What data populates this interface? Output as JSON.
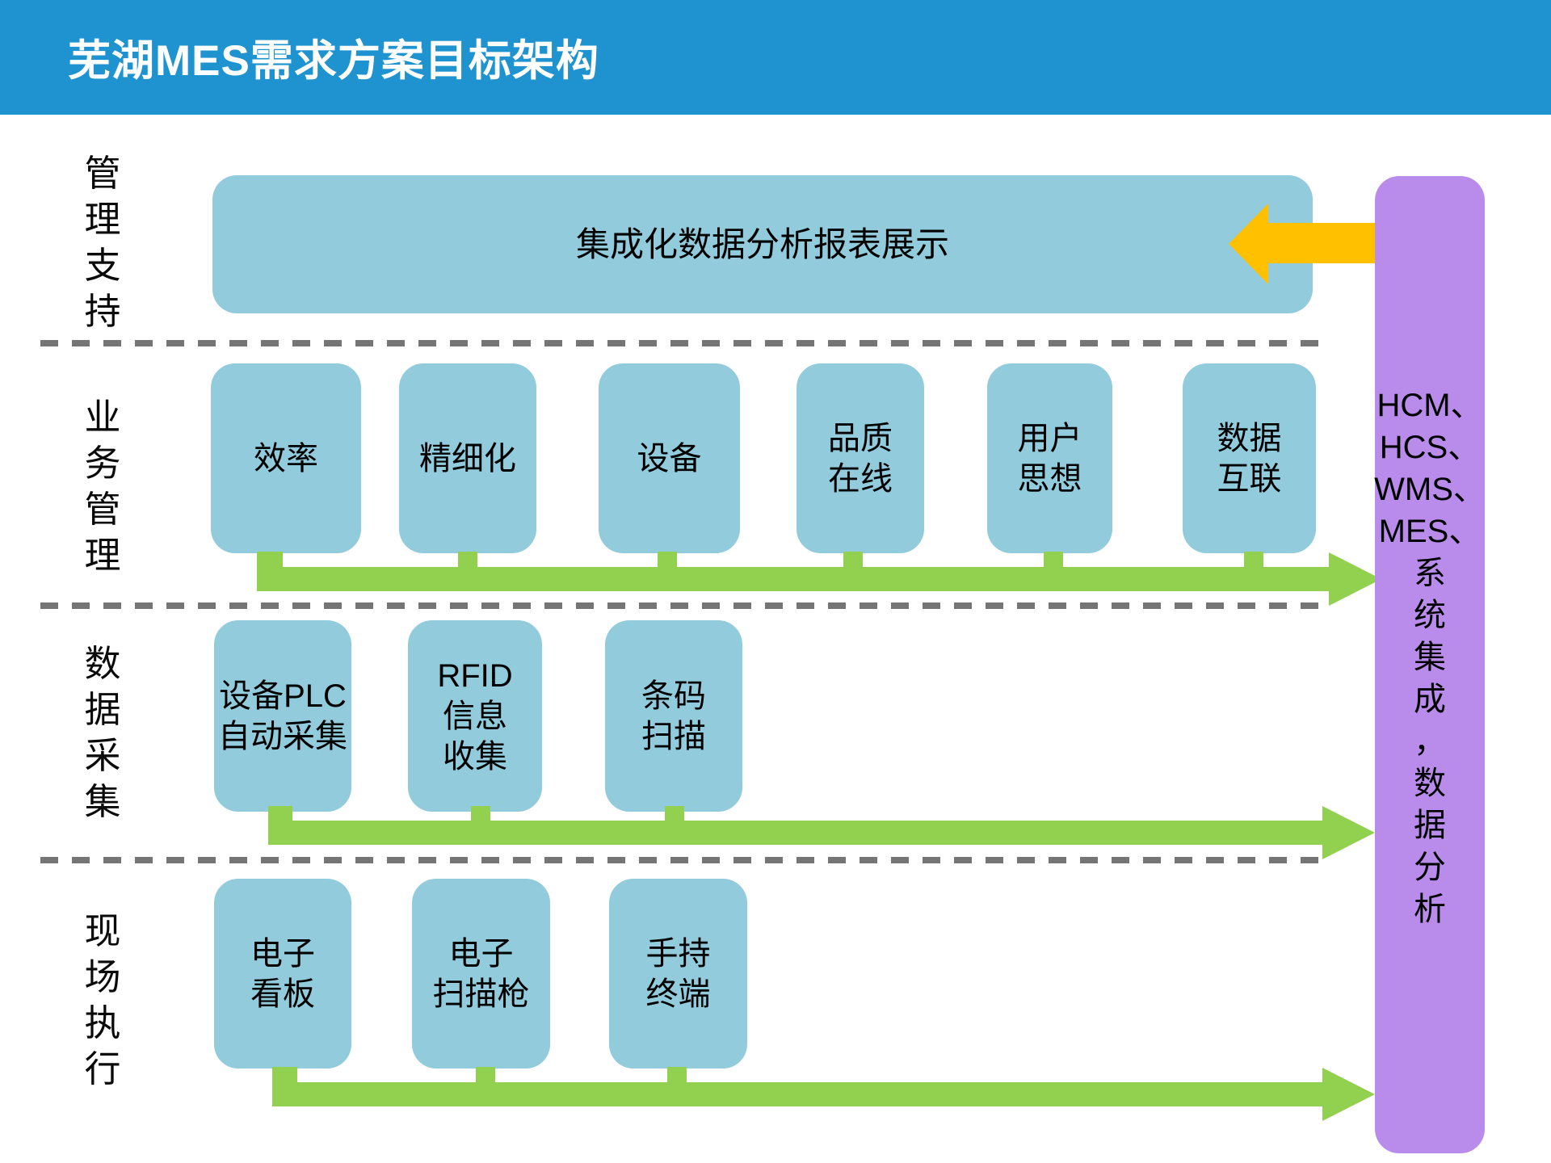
{
  "title": "芜湖MES需求方案目标架构",
  "rows": [
    {
      "label": "管理支持",
      "boxes": [
        {
          "text": "集成化数据分析报表展示"
        }
      ]
    },
    {
      "label": "业务管理",
      "boxes": [
        {
          "text": "效率"
        },
        {
          "text": "精细化"
        },
        {
          "text": "设备"
        },
        {
          "text": "品质\n在线"
        },
        {
          "text": "用户\n思想"
        },
        {
          "text": "数据\n互联"
        }
      ]
    },
    {
      "label": "数据采集",
      "boxes": [
        {
          "text": "设备PLC\n自动采集"
        },
        {
          "text": "RFID\n信息\n收集"
        },
        {
          "text": "条码\n扫描"
        }
      ]
    },
    {
      "label": "现场执行",
      "boxes": [
        {
          "text": "电子\n看板"
        },
        {
          "text": "电子\n扫描枪"
        },
        {
          "text": "手持\n终端"
        }
      ]
    }
  ],
  "side_panel": {
    "text": "HCM、\nHCS、\nWMS、\nMES、\n系\n统\n集\n成\n，\n数\n据\n分\n析"
  },
  "colors": {
    "header_blue": "#1E93D0",
    "box_blue": "#92CBDC",
    "arrow_green": "#92D050",
    "arrow_orange": "#FFC000",
    "panel_purple": "#B98CEC",
    "dash_gray": "#757575"
  }
}
